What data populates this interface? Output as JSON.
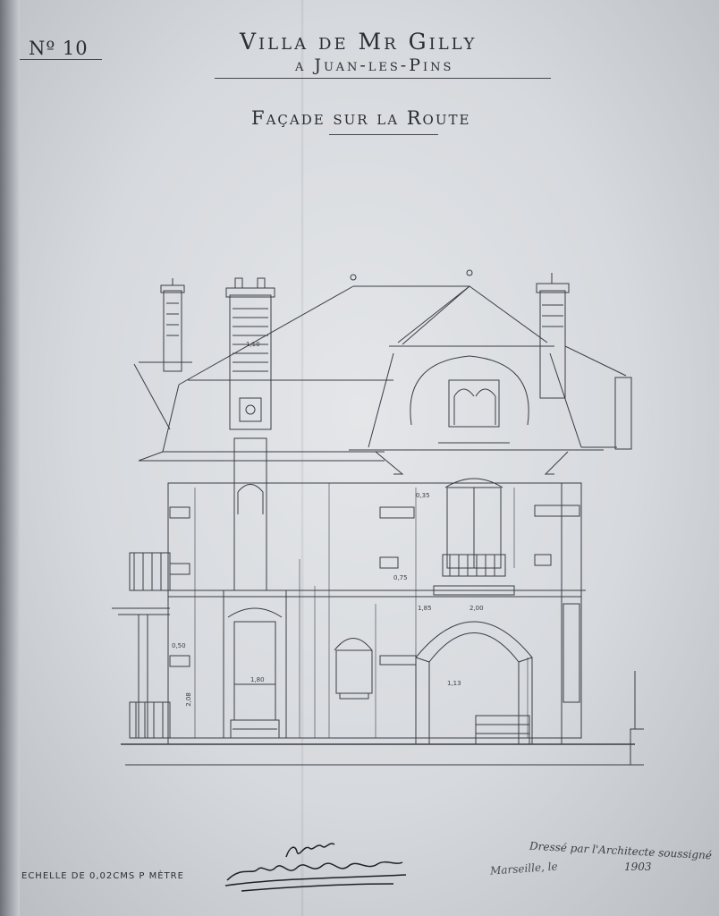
{
  "plate": {
    "number": "Nº 10"
  },
  "title": {
    "line1": "Villa de Mr Gilly",
    "line2": "a Juan-les-Pins"
  },
  "subtitle": "Façade sur la Route",
  "scale_note": "ECHELLE DE 0,02CMS P MÈTRE",
  "annotation": {
    "line1": "Dressé par l'Architecte soussigné",
    "place": "Marseille, le",
    "year": "1903"
  },
  "dimensions": [
    "1,10",
    "0,35",
    "1,85",
    "2,08",
    "0,75",
    "2,00",
    "1,13",
    "1,80",
    "0,50"
  ],
  "icons": {
    "signature": "signature-scribble-icon",
    "drawing": "house-elevation-icon"
  },
  "colors": {
    "paper": "#dadde1",
    "ink": "#2b2e34"
  }
}
